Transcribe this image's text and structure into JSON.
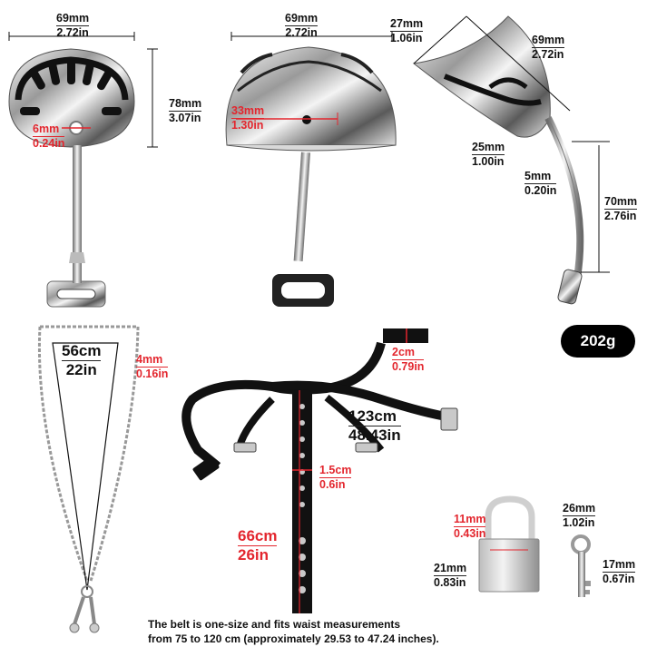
{
  "cage_front": {
    "width": {
      "mm": "69mm",
      "in": "2.72in"
    },
    "height": {
      "mm": "78mm",
      "in": "3.07in"
    },
    "hole": {
      "mm": "6mm",
      "in": "0.24in"
    }
  },
  "cage_back": {
    "width": {
      "mm": "69mm",
      "in": "2.72in"
    },
    "inner": {
      "mm": "33mm",
      "in": "1.30in"
    }
  },
  "cage_side": {
    "top": {
      "mm": "27mm",
      "in": "1.06in"
    },
    "length": {
      "mm": "69mm",
      "in": "2.72in"
    },
    "depth": {
      "mm": "25mm",
      "in": "1.00in"
    },
    "rod": {
      "mm": "5mm",
      "in": "0.20in"
    },
    "rod_length": {
      "mm": "70mm",
      "in": "2.76in"
    }
  },
  "weight": "202g",
  "chain": {
    "length": {
      "cm": "56cm",
      "in": "22in"
    },
    "link": {
      "mm": "4mm",
      "in": "0.16in"
    }
  },
  "belt": {
    "strap_width": {
      "cm": "2cm",
      "in": "0.79in"
    },
    "waist": {
      "cm": "123cm",
      "in": "48.43in"
    },
    "t_width": {
      "cm": "1.5cm",
      "in": "0.6in"
    },
    "t_length": {
      "cm": "66cm",
      "in": "26in"
    }
  },
  "lock": {
    "shackle": {
      "mm": "11mm",
      "in": "0.43in"
    },
    "body": {
      "mm": "21mm",
      "in": "0.83in"
    }
  },
  "key": {
    "length": {
      "mm": "26mm",
      "in": "1.02in"
    },
    "blade": {
      "mm": "17mm",
      "in": "0.67in"
    }
  },
  "note": {
    "line1": "The belt is one-size and fits waist measurements",
    "line2": "from 75 to 120 cm (approximately 29.53 to 47.24 inches)."
  },
  "colors": {
    "metal_light": "#f2f2f2",
    "metal_dark": "#1a1a1a",
    "accent_red": "#e3262e",
    "belt_black": "#111111"
  }
}
